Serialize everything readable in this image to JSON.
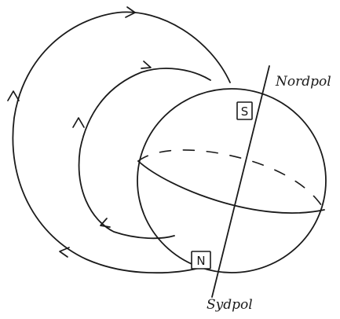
{
  "labels": {
    "north_pole": "Nordpol",
    "south_pole": "Sydpol",
    "magnet_south": "S",
    "magnet_north": "N"
  },
  "colors": {
    "ink": "#1a1a1a",
    "background": "#ffffff"
  }
}
